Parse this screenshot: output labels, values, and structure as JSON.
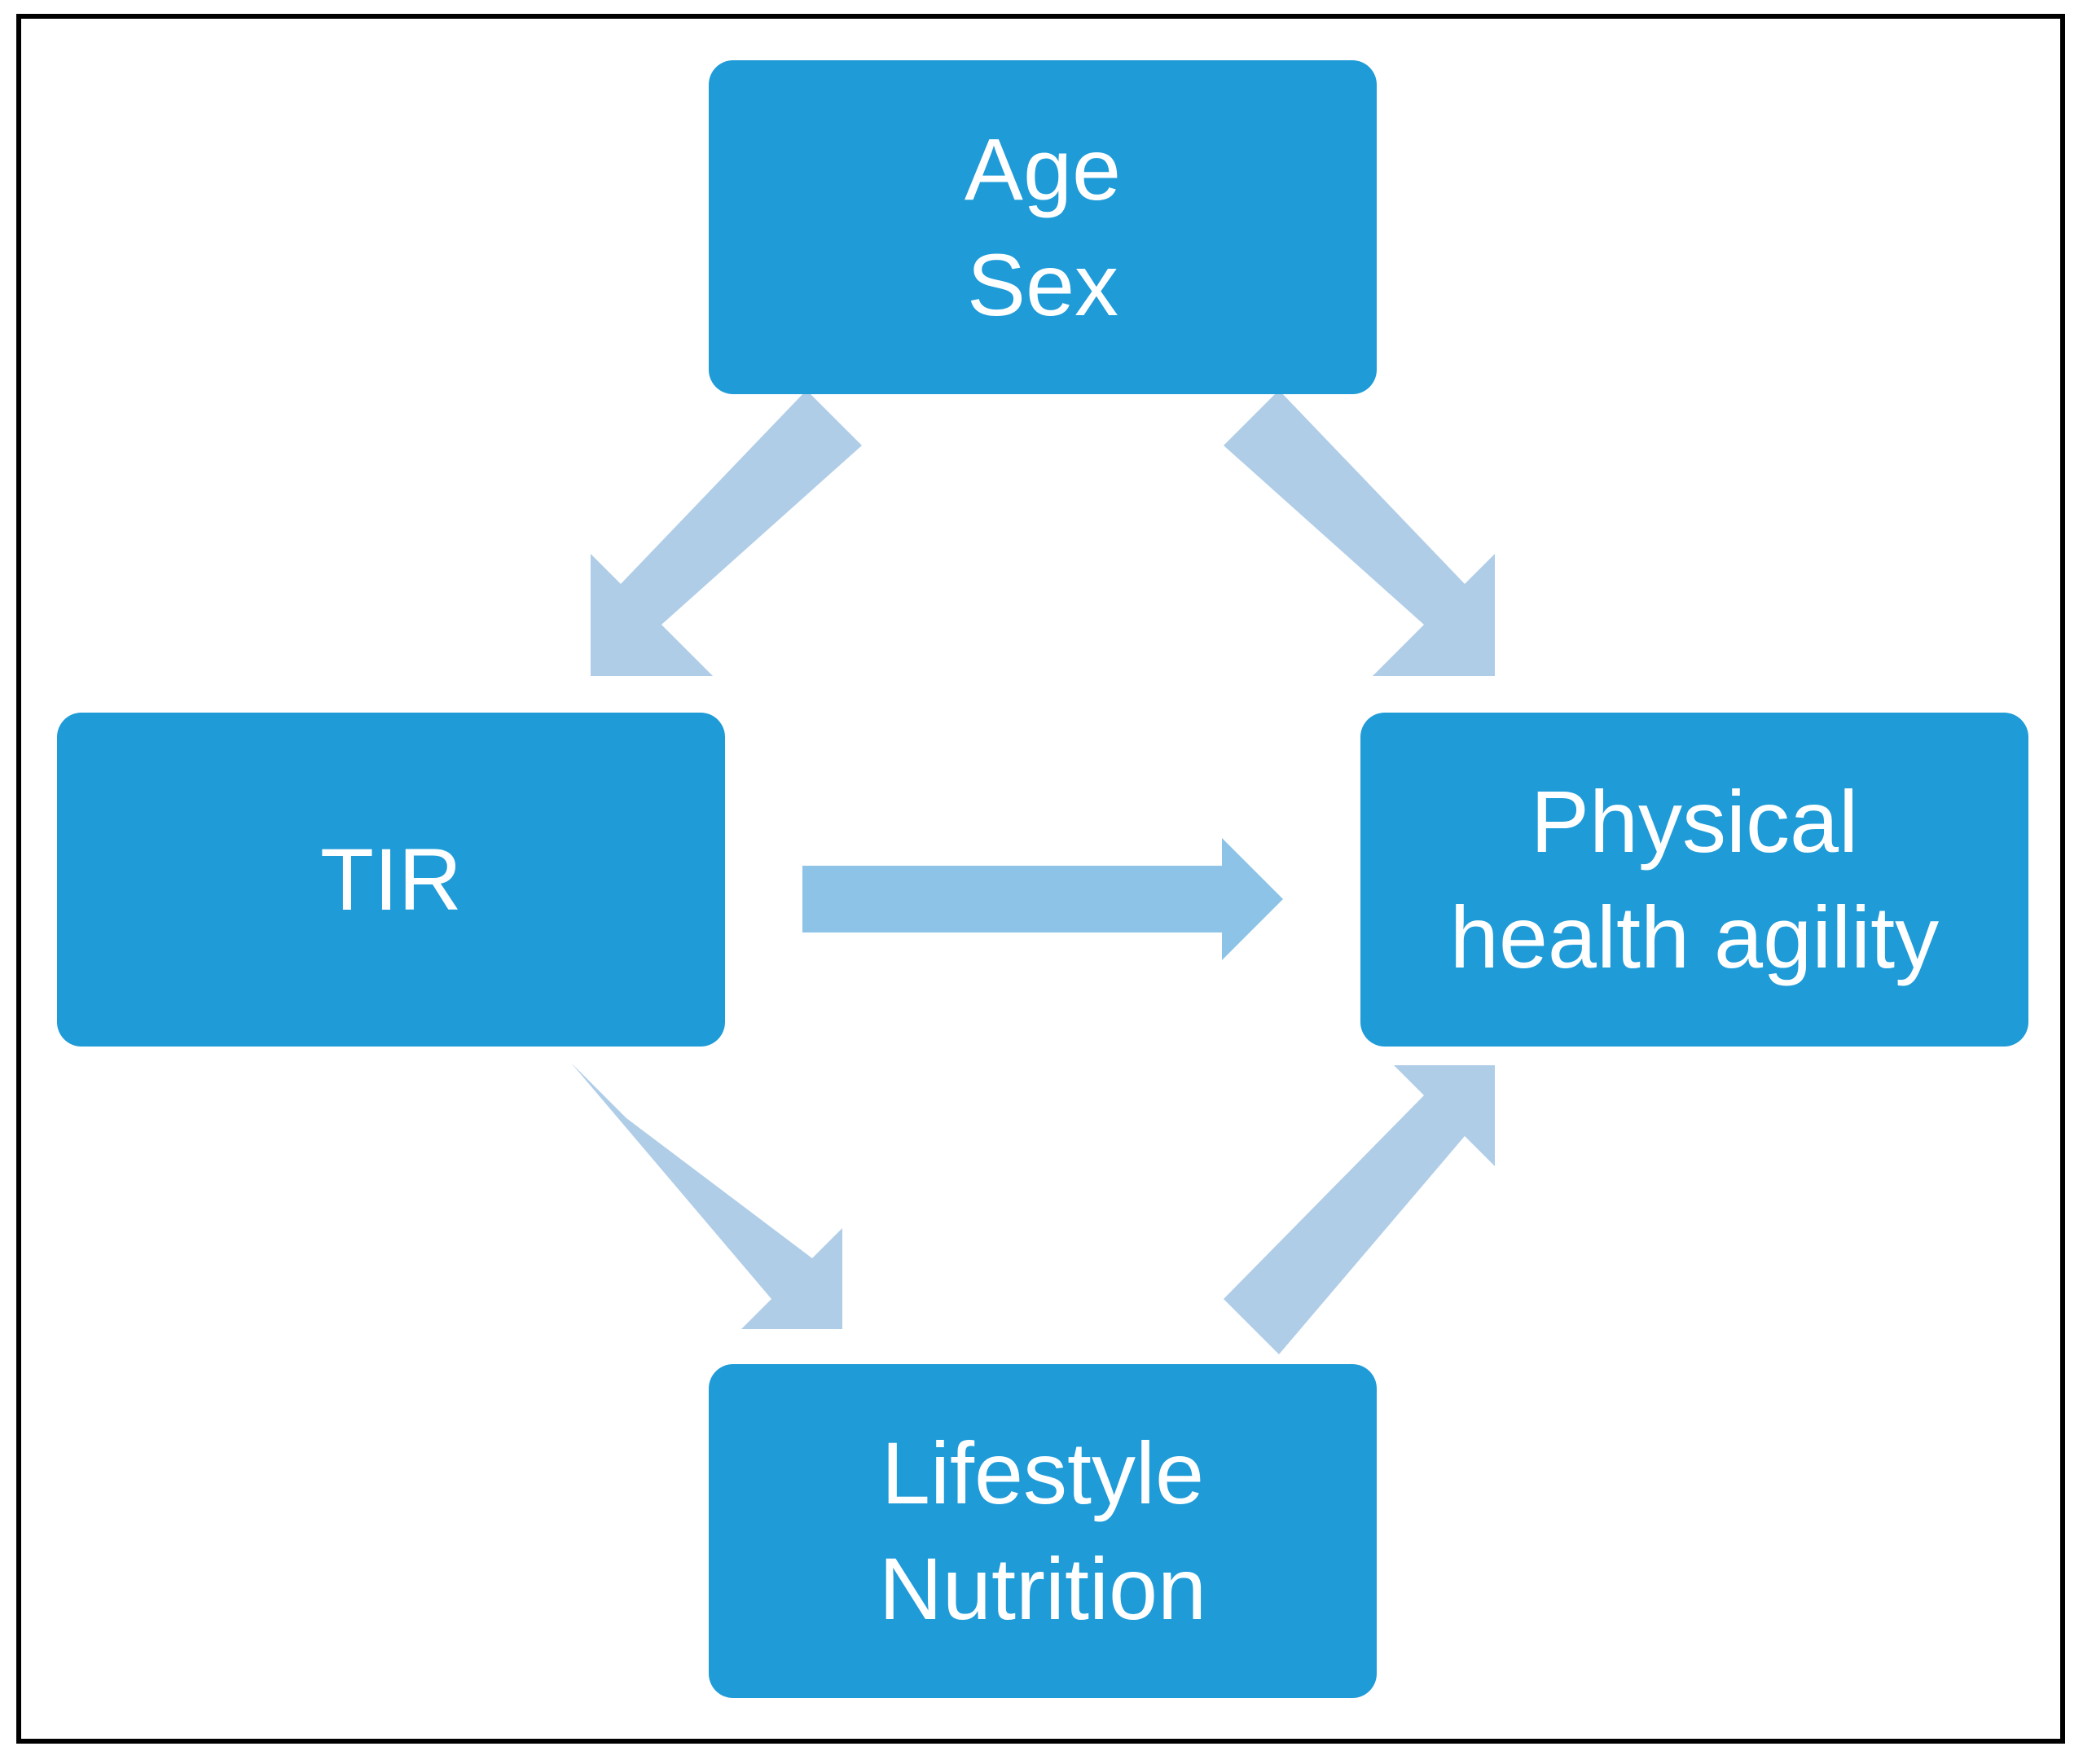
{
  "nodes": {
    "age_sex": {
      "lines": [
        "Age",
        "Sex"
      ]
    },
    "tir": {
      "lines": [
        "TIR"
      ]
    },
    "physical_health_agility": {
      "lines": [
        "Physical",
        "health agility"
      ]
    },
    "lifestyle_nutrition": {
      "lines": [
        "Lifestyle",
        "Nutrition"
      ]
    }
  },
  "colors": {
    "box_fill": "#1f9bd8",
    "box_text": "#ffffff",
    "arrow_diagonal": "#b0cde8",
    "arrow_horizontal": "#8dc3e6",
    "frame": "#000000"
  }
}
